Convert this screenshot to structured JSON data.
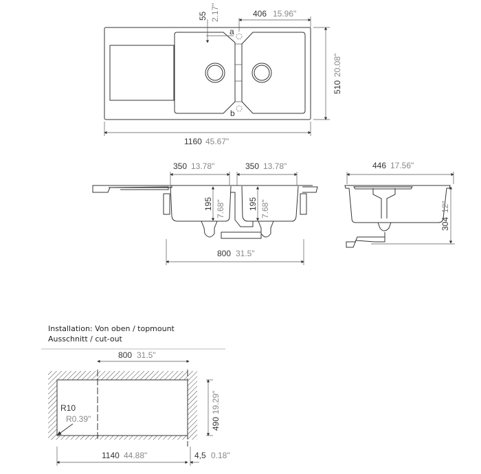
{
  "top_view": {
    "width_mm": "1160",
    "width_in": "45.67\"",
    "depth_mm": "510",
    "depth_in": "20.08\"",
    "bowl_offset_mm": "406",
    "bowl_offset_in": "15.96\"",
    "rim_mm": "55",
    "rim_in": "2.17\"",
    "label_a": "a",
    "label_b": "b"
  },
  "side_view": {
    "bowl1_width_mm": "350",
    "bowl1_width_in": "13.78\"",
    "bowl2_width_mm": "350",
    "bowl2_width_in": "13.78\"",
    "bowl1_depth_mm": "195",
    "bowl1_depth_in": "7.68\"",
    "bowl2_depth_mm": "195",
    "bowl2_depth_in": "7.68\"",
    "overall_mm": "800",
    "overall_in": "31.5\""
  },
  "end_view": {
    "width_mm": "446",
    "width_in": "17.56\"",
    "height_mm": "304",
    "height_in": "12\""
  },
  "cutout": {
    "installation": "Installation: Von oben / topmount",
    "cutout_label": "Ausschnitt / cut-out",
    "width_mm": "800",
    "width_in": "31.5\"",
    "height_mm": "490",
    "height_in": "19.29\"",
    "length_mm": "1140",
    "length_in": "44.88\"",
    "radius_mm": "R10",
    "radius_in": "R0.39\"",
    "gap_mm": "4,5",
    "gap_in": "0.18\""
  }
}
